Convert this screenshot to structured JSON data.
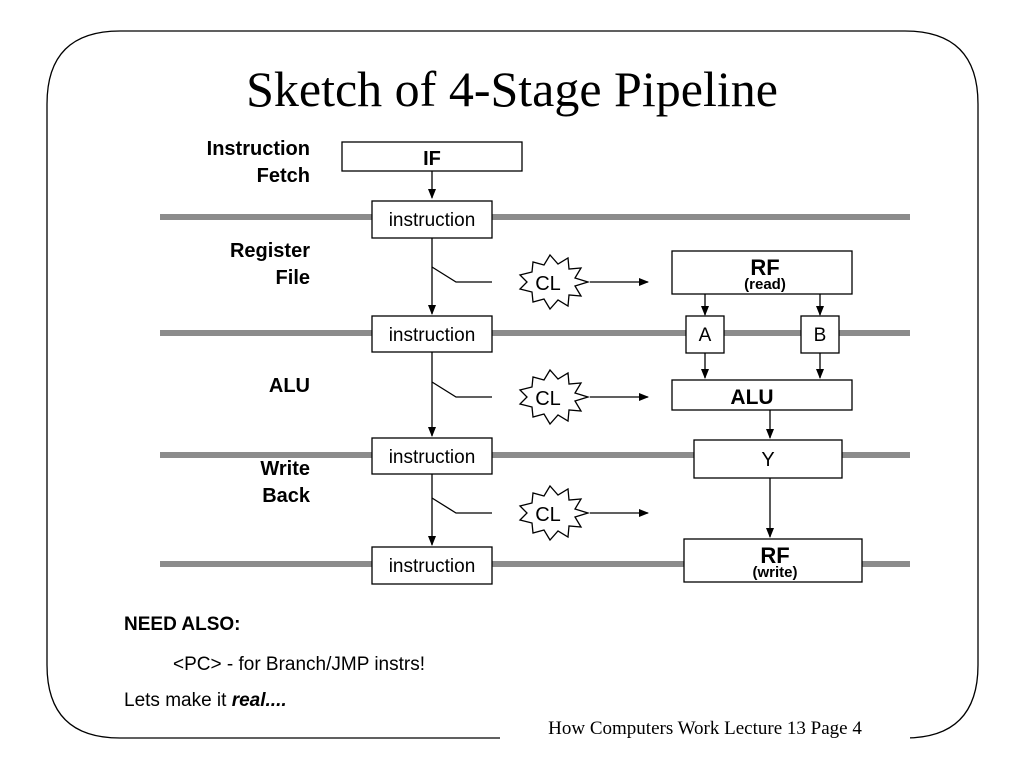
{
  "slide": {
    "title": "Sketch of 4-Stage Pipeline",
    "stages": [
      {
        "line1": "Instruction",
        "line2": "Fetch"
      },
      {
        "line1": "Register",
        "line2": "File"
      },
      {
        "line1": "ALU",
        "line2": ""
      },
      {
        "line1": "Write",
        "line2": "Back"
      }
    ],
    "boxes": {
      "if": "IF",
      "instruction": "instruction",
      "rf": "RF",
      "rf_read": "(read)",
      "rf_write": "(write)",
      "a": "A",
      "b": "B",
      "alu": "ALU",
      "y": "Y",
      "cl": "CL"
    },
    "need_also": "NEED ALSO:",
    "need_item": "<PC> - for Branch/JMP instrs!",
    "lets_make_prefix": "Lets make it ",
    "lets_make_emph": "real....",
    "footer": "How Computers Work Lecture 13 Page 4"
  },
  "colors": {
    "pipeline_register": "#8c8c8c",
    "ink": "#000000"
  }
}
